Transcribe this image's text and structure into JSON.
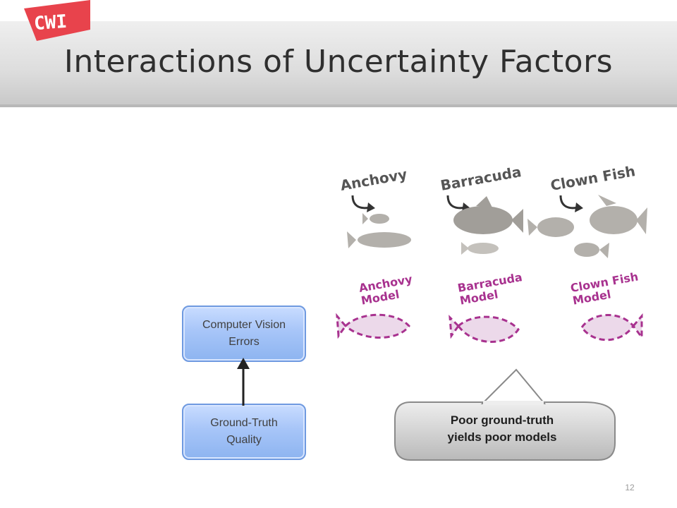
{
  "logo": {
    "text": "CWI",
    "color": "#e8434c"
  },
  "slide": {
    "title": "Interactions of Uncertainty Factors",
    "page_number": "12"
  },
  "diagram": {
    "nodes": [
      {
        "id": "cv",
        "label": "Computer Vision\nErrors"
      },
      {
        "id": "gt",
        "label": "Ground-Truth\nQuality"
      }
    ],
    "edges": [
      {
        "from": "gt",
        "to": "cv"
      }
    ],
    "node_fill": "#a7c5f8",
    "node_border": "#6f9ae0"
  },
  "illustration": {
    "top_row_labels": [
      "Anchovy",
      "Barracuda",
      "Clown Fish"
    ],
    "model_row_labels": [
      "Anchovy\nModel",
      "Barracuda\nModel",
      "Clown Fish\nModel"
    ],
    "fish_color": "#b3b0ab",
    "model_color": "#a8328f",
    "model_fill": "#ecd9ea"
  },
  "callout": {
    "text": "Poor ground-truth\nyields poor models"
  }
}
